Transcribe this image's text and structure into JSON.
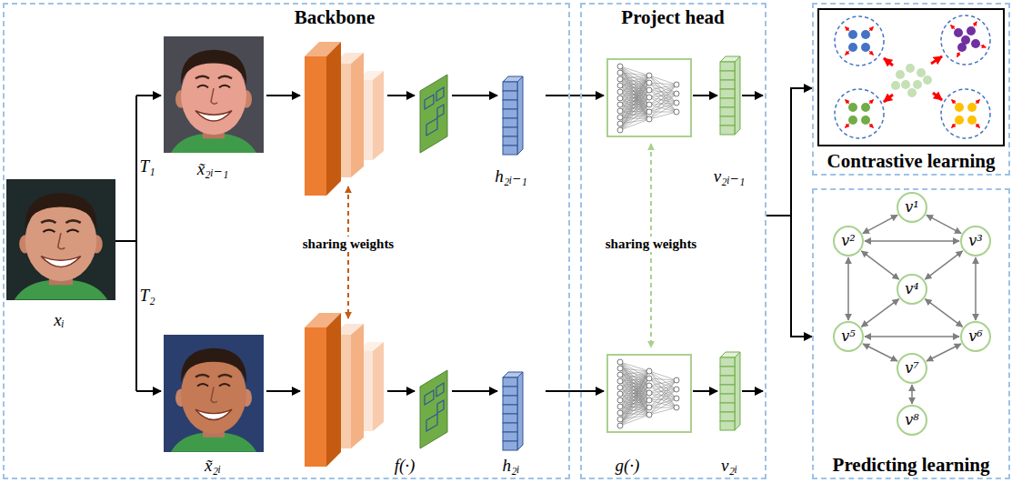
{
  "diagram": {
    "nodes": [
      {
        "text": [
          "Backbone"
        ]
      },
      {
        "text": [
          "Project head"
        ]
      },
      {
        "text": [
          "Contrastive learning"
        ]
      },
      {
        "text": [
          "Predicting learning"
        ]
      },
      {
        "text": [
          "v¹"
        ],
        "in": 3
      },
      {
        "text": [
          "v²"
        ],
        "in": 3
      },
      {
        "text": [
          "v³"
        ],
        "in": 3
      },
      {
        "text": [
          "v⁴"
        ],
        "in": 3
      },
      {
        "text": [
          "v⁵"
        ],
        "in": 3
      },
      {
        "text": [
          "v⁶"
        ],
        "in": 3
      },
      {
        "text": [
          "v⁷"
        ],
        "in": 3
      },
      {
        "text": [
          "v⁸"
        ],
        "in": 3
      }
    ],
    "edges": [
      {
        "from": 1,
        "to": 2,
        "arrow": "to"
      },
      {
        "from": 1,
        "to": 3,
        "arrow": "to"
      },
      {
        "from": 4,
        "to": 5,
        "arrow": "both"
      },
      {
        "from": 4,
        "to": 6,
        "arrow": "both"
      },
      {
        "from": 5,
        "to": 6,
        "arrow": "both"
      },
      {
        "from": 5,
        "to": 7,
        "arrow": "both"
      },
      {
        "from": 6,
        "to": 7,
        "arrow": "both"
      },
      {
        "from": 5,
        "to": 8,
        "arrow": "both"
      },
      {
        "from": 6,
        "to": 9,
        "arrow": "both"
      },
      {
        "from": 7,
        "to": 8,
        "arrow": "both"
      },
      {
        "from": 7,
        "to": 9,
        "arrow": "both"
      },
      {
        "from": 8,
        "to": 9,
        "arrow": "both"
      },
      {
        "from": 8,
        "to": 10,
        "arrow": "both"
      },
      {
        "from": 9,
        "to": 10,
        "arrow": "both"
      },
      {
        "from": 10,
        "to": 11,
        "arrow": "both"
      }
    ],
    "labels": [
      "xᵢ",
      "T₁",
      "T₂",
      "x̃₂ᵢ₋₁",
      "x̃₂ᵢ",
      "sharing weights",
      "f(·)",
      "h₂ᵢ₋₁",
      "h₂ᵢ",
      "sharing weights",
      "g(·)",
      "v₂ᵢ₋₁",
      "v₂ᵢ"
    ]
  }
}
